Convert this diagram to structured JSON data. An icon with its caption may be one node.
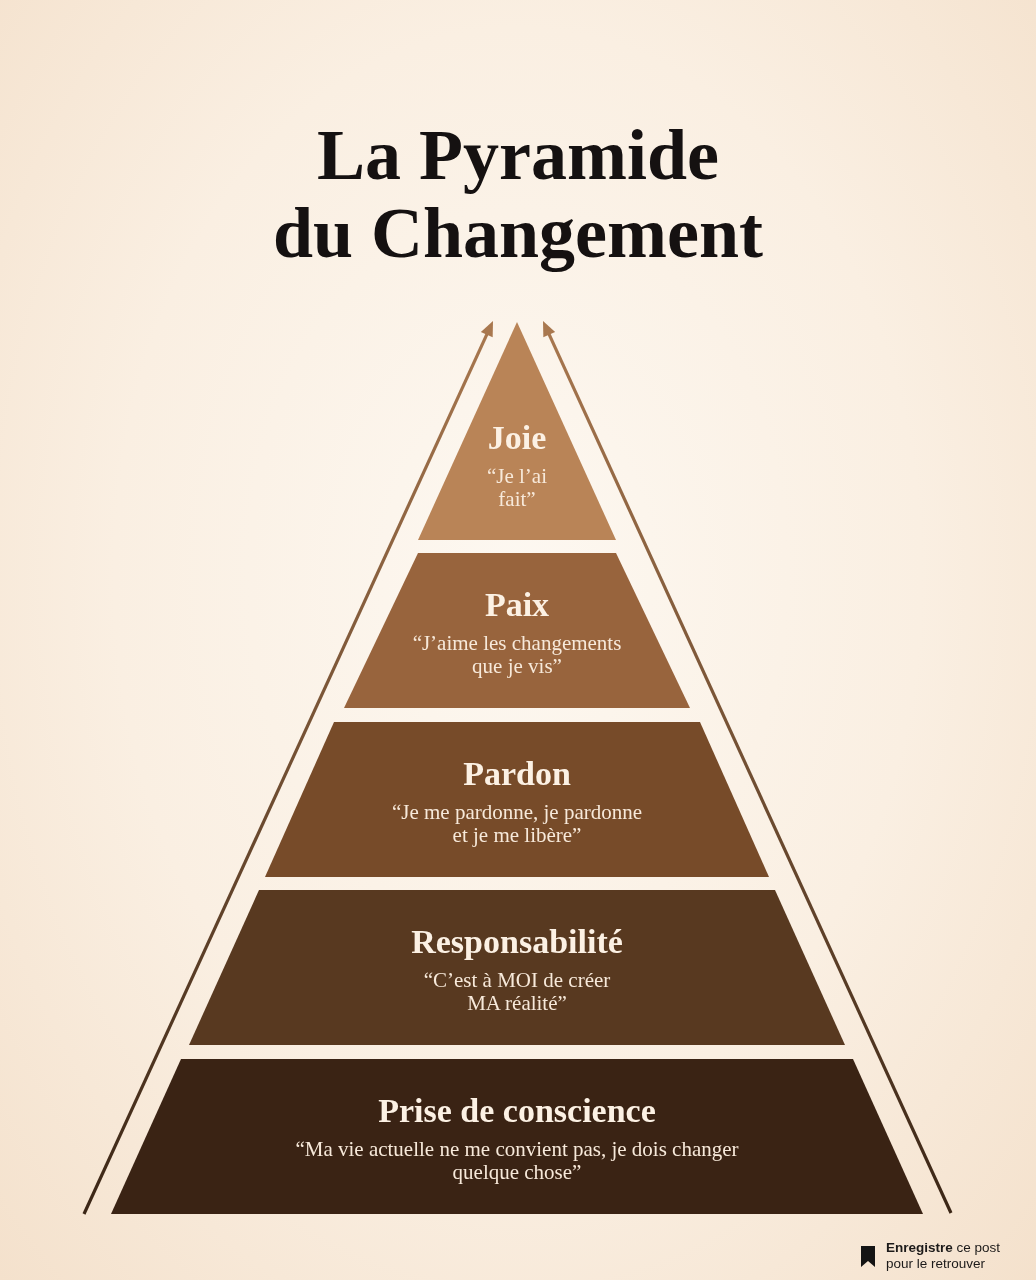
{
  "diagram": {
    "title": "La Pyramide du Changement",
    "nodes": [
      {
        "text": [
          "Joie",
          "“Je l’ai fait”"
        ]
      },
      {
        "text": [
          "Paix",
          "“J’aime les changements que je vis”"
        ]
      },
      {
        "text": [
          "Pardon",
          "“Je me pardonne, je pardonne et je me libère”"
        ]
      },
      {
        "text": [
          "Responsabilité",
          "“C’est à MOI de créer MA réalité”"
        ]
      },
      {
        "text": [
          "Prise de conscience",
          "“Ma vie actuelle ne me convient pas, je dois changer quelque chose”"
        ]
      }
    ],
    "labels": [
      "**Enregistre** ce post pour le retrouver"
    ]
  }
}
